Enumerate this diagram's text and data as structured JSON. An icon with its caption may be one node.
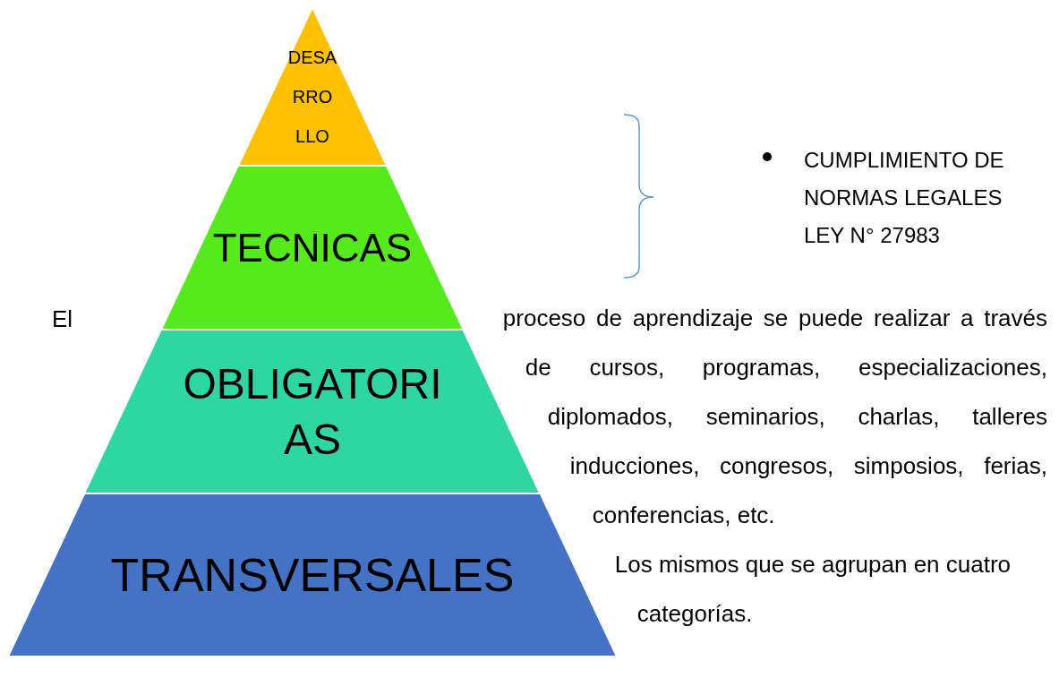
{
  "diagram": {
    "nodes": [
      {
        "text": [
          "DESARROLLO"
        ]
      },
      {
        "text": [
          "TECNICAS"
        ]
      },
      {
        "text": [
          "OBLIGATORIAS"
        ]
      },
      {
        "text": [
          "TRANSVERSALES"
        ]
      }
    ],
    "labels": [
      "CUMPLIMIENTO DE NORMAS LEGALES LEY N° 27983",
      "El",
      "proceso de aprendizaje se puede realizar a través de cursos, programas, especializaciones, diplomados, seminarios, charlas, talleres inducciones, congresos, simposios, ferias, conferencias, etc.",
      "Los mismos que se agrupan en cuatro categorías."
    ]
  }
}
